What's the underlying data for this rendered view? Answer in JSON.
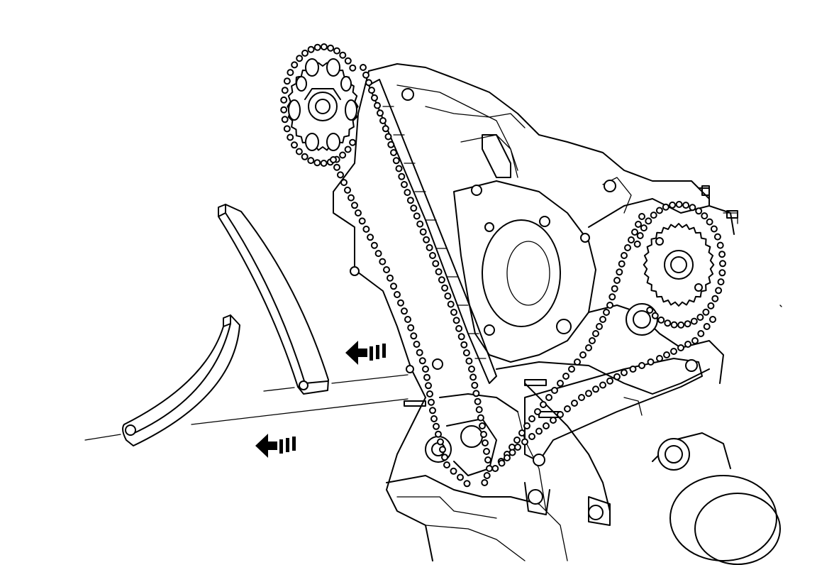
{
  "figure": {
    "background": "#ffffff",
    "ink": "#000000",
    "parts": [
      {
        "name": "camshaft-sprocket-left"
      },
      {
        "name": "camshaft-sprocket-right"
      },
      {
        "name": "crankshaft-sprocket"
      },
      {
        "name": "timing-chain-left"
      },
      {
        "name": "timing-chain-right"
      },
      {
        "name": "chain-guide-upper"
      },
      {
        "name": "chain-guide-lower"
      },
      {
        "name": "engine-block"
      }
    ],
    "arrows": [
      {
        "name": "removal-arrow-upper",
        "direction": "left"
      },
      {
        "name": "removal-arrow-lower",
        "direction": "left"
      }
    ]
  }
}
